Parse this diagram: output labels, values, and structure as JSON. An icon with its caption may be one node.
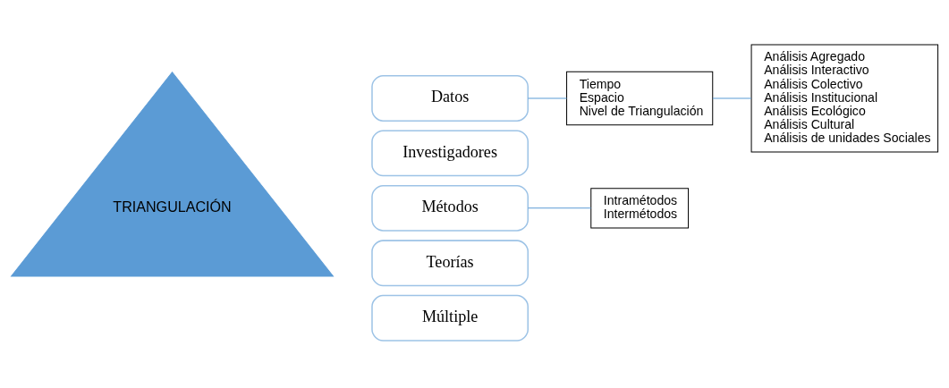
{
  "diagram": {
    "nodes": [
      {
        "text": [
          "TRIANGULACIÓN"
        ]
      },
      {
        "text": [
          "Datos"
        ]
      },
      {
        "text": [
          "Investigadores"
        ]
      },
      {
        "text": [
          "Métodos"
        ]
      },
      {
        "text": [
          "Teorías"
        ]
      },
      {
        "text": [
          "Múltiple"
        ]
      },
      {
        "text": [
          "Tiempo",
          "Espacio",
          "Nivel de Triangulación"
        ]
      },
      {
        "text": [
          "Análisis Agregado",
          "Análisis Interactivo",
          "Análisis Colectivo",
          "Análisis Institucional",
          "Análisis Ecológico",
          "Análisis Cultural",
          "Análisis de unidades Sociales"
        ]
      },
      {
        "text": [
          "Intramétodos",
          "Intermétodos"
        ]
      }
    ],
    "edges": [
      {
        "from": 1,
        "to": 6,
        "arrow": "none"
      },
      {
        "from": 6,
        "to": 7,
        "arrow": "none"
      },
      {
        "from": 3,
        "to": 8,
        "arrow": "none"
      }
    ]
  }
}
